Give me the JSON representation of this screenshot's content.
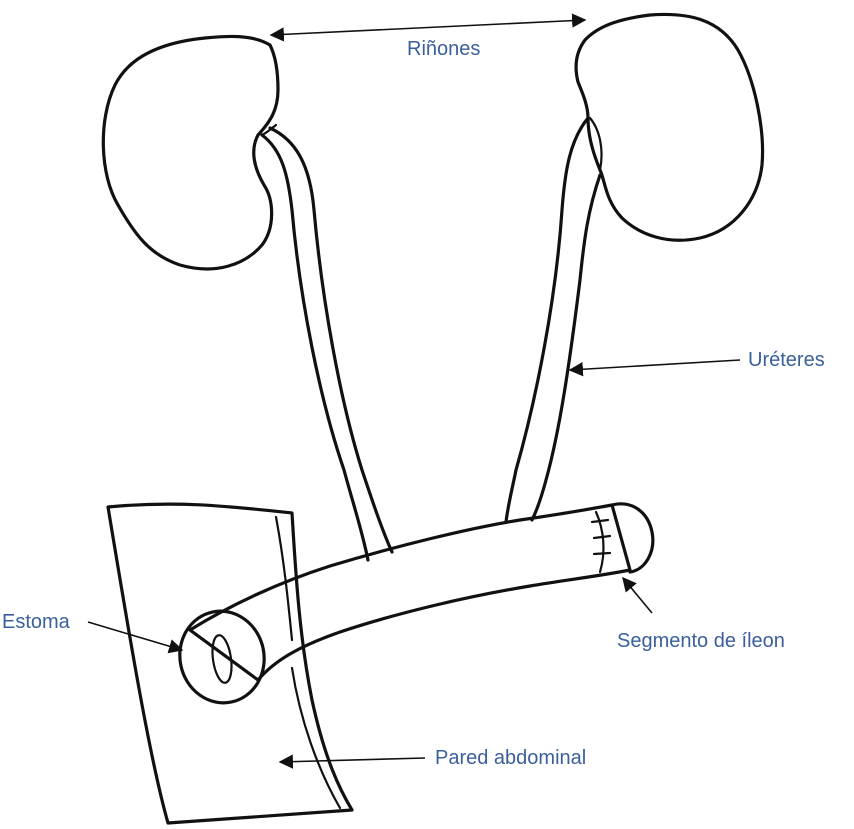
{
  "labels": {
    "kidneys": "Riñones",
    "ureters": "Uréteres",
    "stoma": "Estoma",
    "ileum_segment": "Segmento de íleon",
    "abdominal_wall": "Pared abdominal"
  },
  "colors": {
    "label_text": "#3a5f9c",
    "ink": "#111111",
    "background": "#ffffff"
  }
}
